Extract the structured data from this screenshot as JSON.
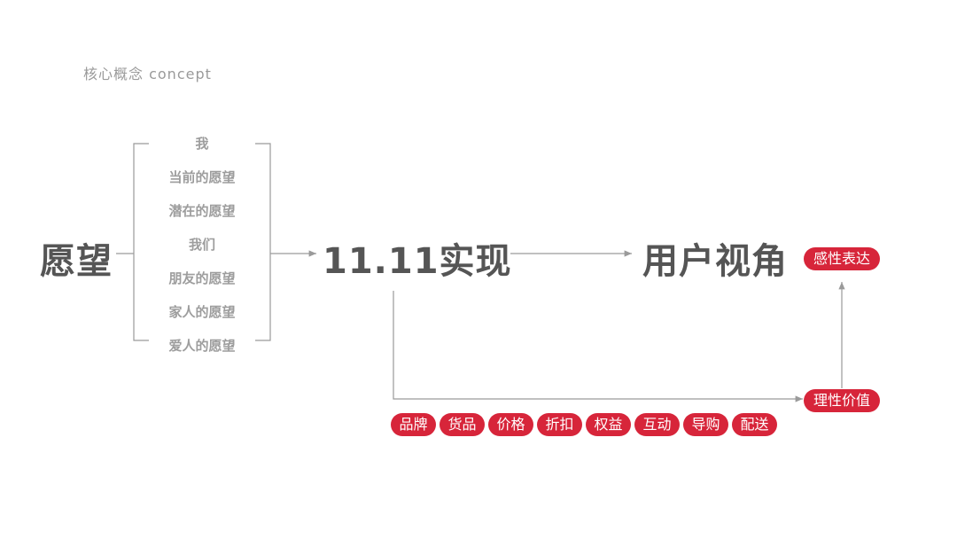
{
  "header": "核心概念  concept",
  "left_term": "愿望",
  "wish_list": [
    "我",
    "当前的愿望",
    "潜在的愿望",
    "我们",
    "朋友的愿望",
    "家人的愿望",
    "爱人的愿望"
  ],
  "center_term": "11.11实现",
  "right_term": "用户视角",
  "emotional_tag": "感性表达",
  "rational_tag": "理性价值",
  "value_tags": [
    "品牌",
    "货品",
    "价格",
    "折扣",
    "权益",
    "互动",
    "导购",
    "配送"
  ],
  "colors": {
    "accent": "#d7253a",
    "title": "#555555",
    "list": "#9d9d9d",
    "line": "#9a9a9a"
  }
}
